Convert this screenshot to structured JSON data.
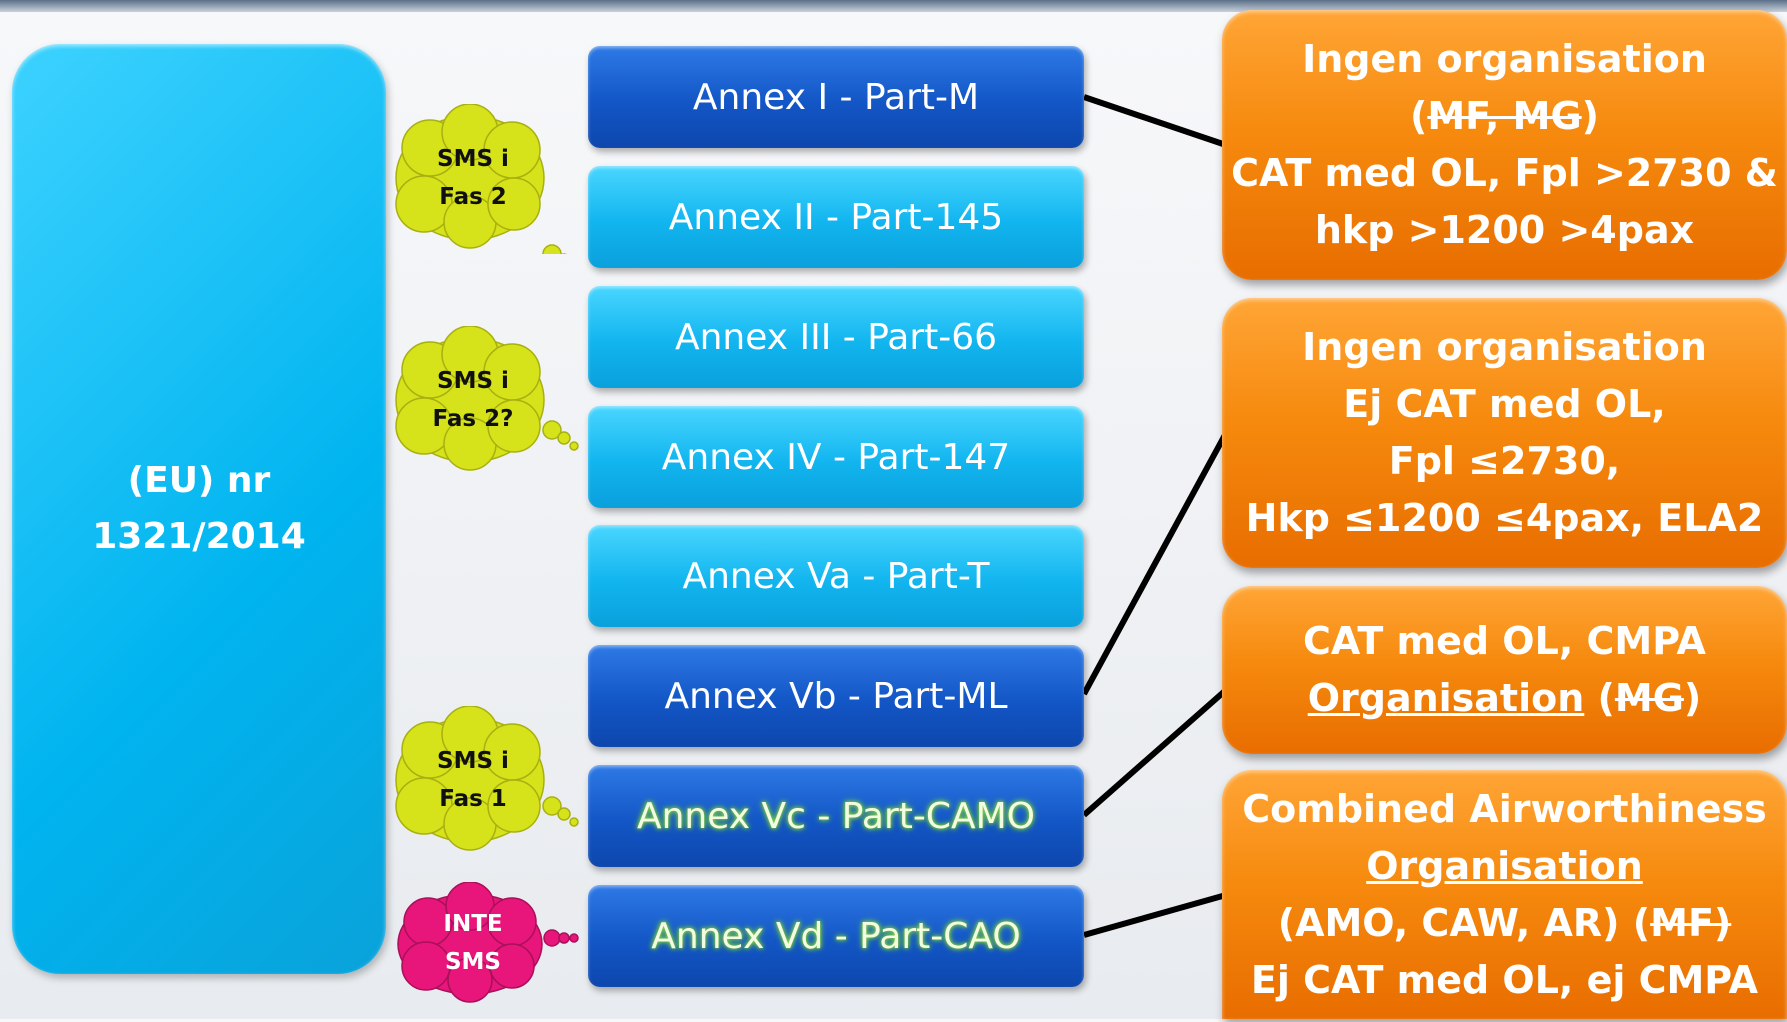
{
  "regulation": {
    "line1": "(EU) nr",
    "line2": "1321/2014"
  },
  "annexes": [
    {
      "label": "Annex I - Part-M"
    },
    {
      "label": "Annex II - Part-145"
    },
    {
      "label": "Annex III - Part-66"
    },
    {
      "label": "Annex IV - Part-147"
    },
    {
      "label": "Annex Va - Part-T"
    },
    {
      "label": "Annex Vb - Part-ML"
    },
    {
      "label": "Annex Vc - Part-CAMO"
    },
    {
      "label": "Annex Vd - Part-CAO"
    }
  ],
  "clouds": [
    {
      "line1": "SMS i",
      "line2": "Fas 2",
      "color": "#d6e21a"
    },
    {
      "line1": "SMS i",
      "line2": "Fas 2?",
      "color": "#d6e21a"
    },
    {
      "line1": "SMS i",
      "line2": "Fas 1",
      "color": "#d6e21a"
    },
    {
      "line1": "INTE",
      "line2": "SMS",
      "color": "#e8157a"
    }
  ],
  "notes": [
    {
      "line1": "Ingen organisation",
      "line2_open": "(",
      "line2_struck": "MF, MG",
      "line2_close": ")",
      "line3": "CAT med OL, Fpl >2730 &",
      "line4": "hkp >1200 >4pax"
    },
    {
      "line1": "Ingen organisation",
      "line2": "Ej CAT med OL,",
      "line3": "Fpl ≤2730,",
      "line4": "Hkp ≤1200 ≤4pax, ELA2"
    },
    {
      "line1": "CAT med OL, CMPA",
      "line2_underlined": "Organisation",
      "line2_open": " (",
      "line2_struck": "MG",
      "line2_close": ")"
    },
    {
      "line1": "Combined Airworthiness",
      "line2_underlined": "Organisation",
      "line3_text": "(AMO, CAW, AR) (",
      "line3_struck": "MF)",
      "line4": "Ej CAT med OL, ej CMPA"
    }
  ],
  "colors": {
    "annex_dark": "#1356c6",
    "annex_light": "#12b5ef",
    "note_orange": "#f68a0e",
    "cloud_yellow": "#d6e21a",
    "cloud_pink": "#e8157a"
  }
}
